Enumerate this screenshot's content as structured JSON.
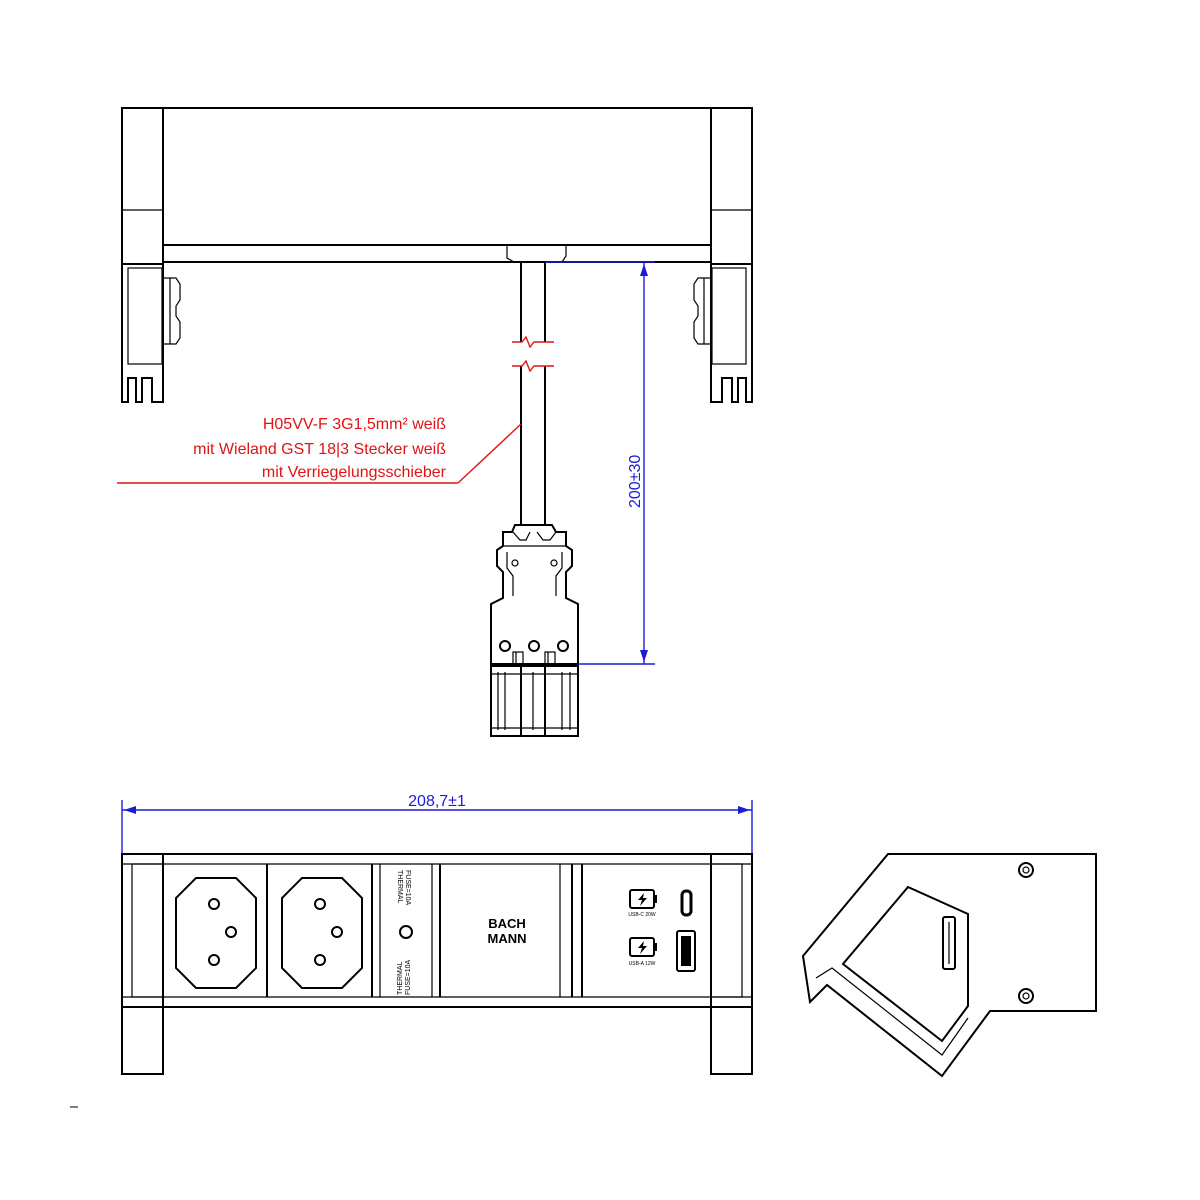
{
  "cable_label": {
    "line1": "H05VV-F 3G1,5mm² weiß",
    "line2": "mit Wieland GST 18|3 Stecker weiß",
    "line3": "mit Verriegelungsschieber"
  },
  "dimensions": {
    "cable_length": "200±30",
    "width": "208,7±1"
  },
  "module_labels": {
    "fuse_line1": "THERMAL",
    "fuse_line2": "FUSE=10A",
    "logo_line1": "BACH",
    "logo_line2": "MANN",
    "usb_c_rating": "USB-C 20W",
    "usb_a_rating": "USB-A 12W"
  },
  "colors": {
    "annotation": "#e01414",
    "dimension": "#1c1cd6",
    "drawing": "#000000"
  }
}
